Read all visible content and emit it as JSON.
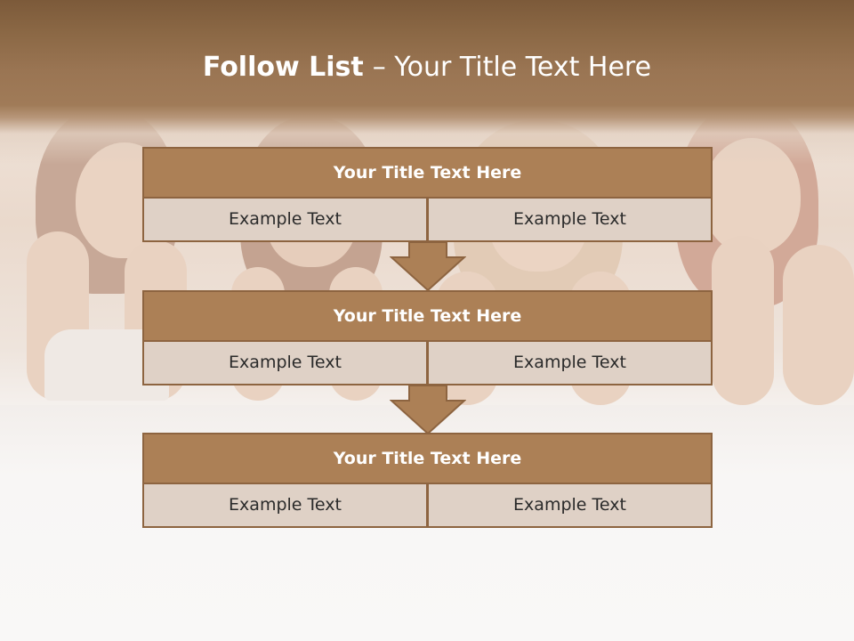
{
  "slide": {
    "title_bold": "Follow List",
    "title_rest": "– Your Title Text Here"
  },
  "blocks": [
    {
      "title": "Your Title Text Here",
      "left": "Example Text",
      "right": "Example Text"
    },
    {
      "title": "Your Title Text Here",
      "left": "Example Text",
      "right": "Example Text"
    },
    {
      "title": "Your Title Text Here",
      "left": "Example Text",
      "right": "Example Text"
    }
  ],
  "colors": {
    "header": "#8c6946",
    "block_title": "#ac8056",
    "cell": "#dfd1c6",
    "border": "#8d6440"
  }
}
